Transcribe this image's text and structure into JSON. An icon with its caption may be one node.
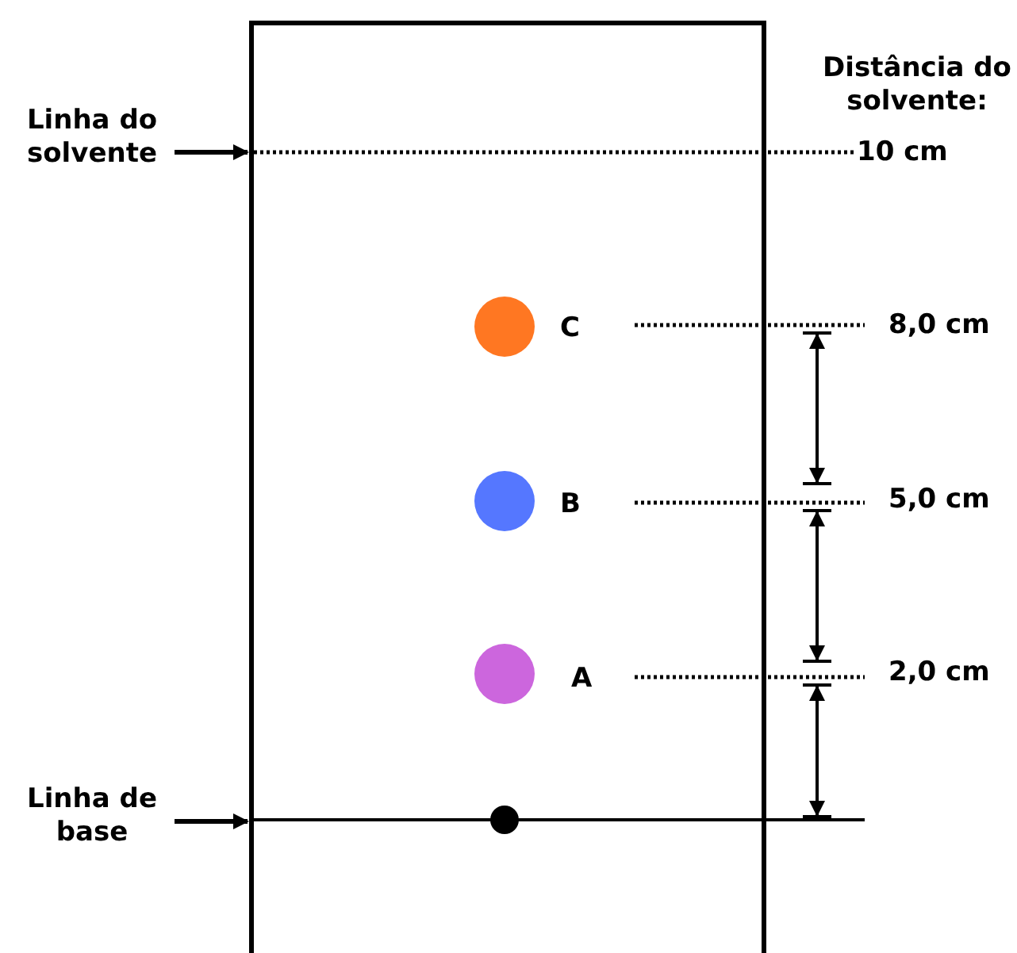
{
  "diagram": {
    "nodes": [
      {
        "text": [
          "Linha do solvente"
        ]
      },
      {
        "text": [
          "Linha de base"
        ]
      },
      {
        "text": [],
        "shape": "box"
      }
    ],
    "edges": [
      {
        "from": 0,
        "to": 2,
        "arrow": "to"
      },
      {
        "from": 1,
        "to": 2,
        "arrow": "to"
      }
    ],
    "labels": [
      "Distância do solvente:",
      "10 cm",
      "C",
      "8,0 cm",
      "B",
      "5,0 cm",
      "A",
      "2,0 cm"
    ]
  }
}
